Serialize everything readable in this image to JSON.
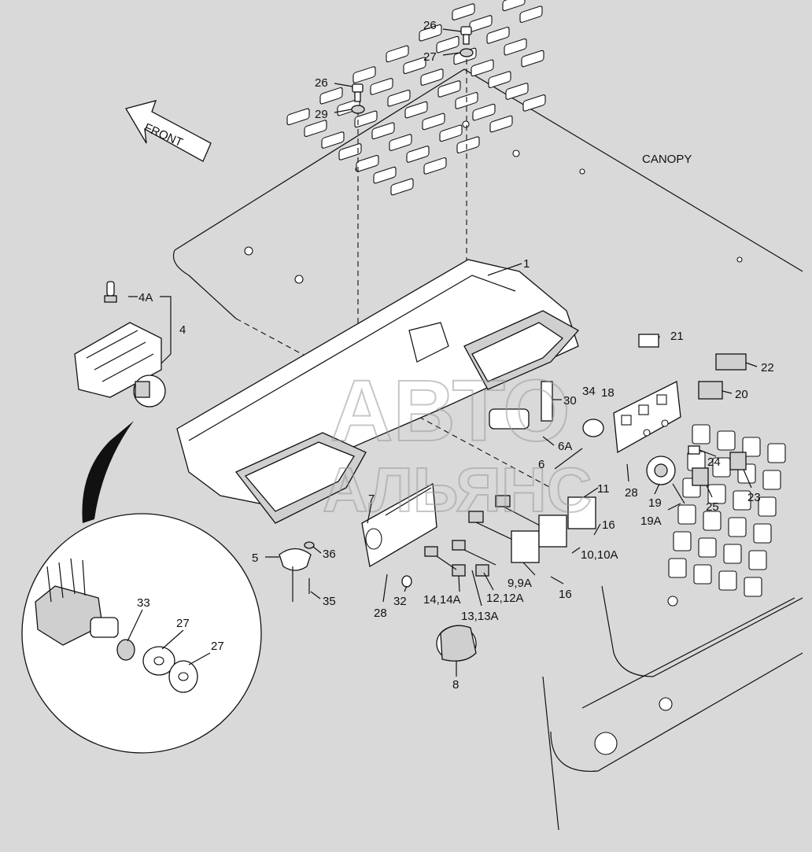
{
  "diagram": {
    "front_label": "FRONT",
    "canopy_label": "CANOPY",
    "watermark": [
      "АВТО",
      "АЛЬЯНС"
    ],
    "callouts": [
      {
        "id": "c26a",
        "text": "26"
      },
      {
        "id": "c27a",
        "text": "27"
      },
      {
        "id": "c26b",
        "text": "26"
      },
      {
        "id": "c29",
        "text": "29"
      },
      {
        "id": "c1",
        "text": "1"
      },
      {
        "id": "c4A",
        "text": "4A"
      },
      {
        "id": "c4",
        "text": "4"
      },
      {
        "id": "c21",
        "text": "21"
      },
      {
        "id": "c22",
        "text": "22"
      },
      {
        "id": "c20",
        "text": "20"
      },
      {
        "id": "c34",
        "text": "34"
      },
      {
        "id": "c18",
        "text": "18"
      },
      {
        "id": "c30",
        "text": "30"
      },
      {
        "id": "c6A",
        "text": "6A"
      },
      {
        "id": "c6",
        "text": "6"
      },
      {
        "id": "c24",
        "text": "24"
      },
      {
        "id": "c23",
        "text": "23"
      },
      {
        "id": "c25",
        "text": "25"
      },
      {
        "id": "c19",
        "text": "19"
      },
      {
        "id": "c19A",
        "text": "19A"
      },
      {
        "id": "c28a",
        "text": "28"
      },
      {
        "id": "c11",
        "text": "11"
      },
      {
        "id": "c7",
        "text": "7"
      },
      {
        "id": "c16a",
        "text": "16"
      },
      {
        "id": "c10",
        "text": "10,10A"
      },
      {
        "id": "c5",
        "text": "5"
      },
      {
        "id": "c36",
        "text": "36"
      },
      {
        "id": "c9",
        "text": "9,9A"
      },
      {
        "id": "c16b",
        "text": "16"
      },
      {
        "id": "c12",
        "text": "12,12A"
      },
      {
        "id": "c14",
        "text": "14,14A"
      },
      {
        "id": "c13",
        "text": "13,13A"
      },
      {
        "id": "c32",
        "text": "32"
      },
      {
        "id": "c28b",
        "text": "28"
      },
      {
        "id": "c35",
        "text": "35"
      },
      {
        "id": "c33",
        "text": "33"
      },
      {
        "id": "c27b",
        "text": "27"
      },
      {
        "id": "c27c",
        "text": "27"
      },
      {
        "id": "c8",
        "text": "8"
      }
    ]
  }
}
